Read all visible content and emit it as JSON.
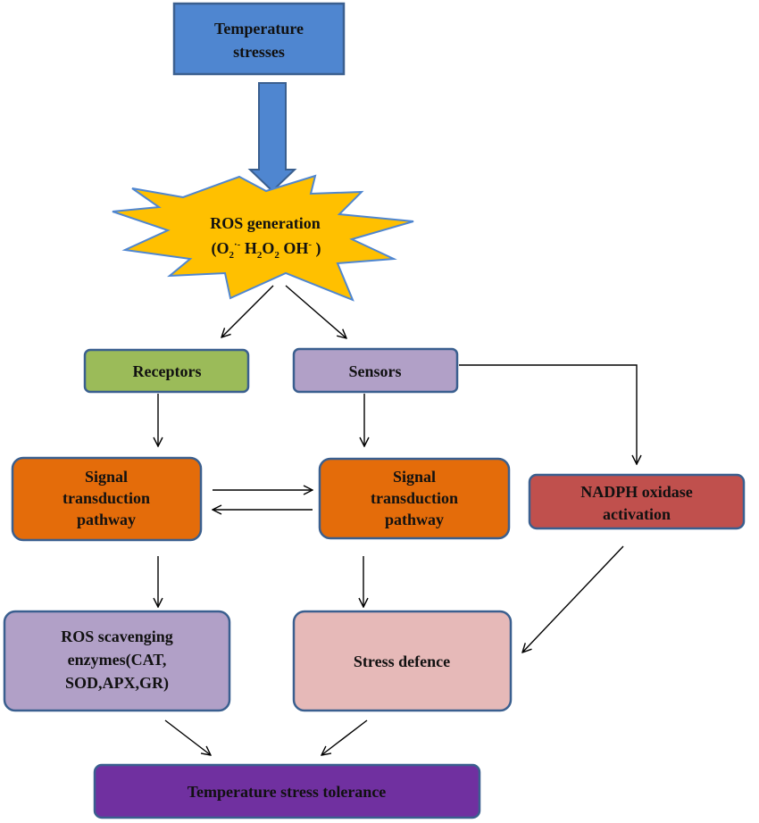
{
  "nodes": {
    "temperature_stresses": {
      "lines": [
        "Temperature",
        "stresses"
      ],
      "color": "#4F86D0"
    },
    "ros_generation": {
      "line1": "ROS generation",
      "formula": {
        "o2": "O",
        "o2_sub": "2",
        "o2_sup": "·-",
        "h2o2_a": "H",
        "h2o2_sub1": "2",
        "h2o2_b": "O",
        "h2o2_sub2": "2",
        "oh": "OH",
        "oh_sup": "-"
      },
      "color": "#FFC000"
    },
    "receptors": {
      "label": "Receptors",
      "color": "#9BBB59"
    },
    "sensors": {
      "label": "Sensors",
      "color": "#B1A0C7"
    },
    "signal_left": {
      "lines": [
        "Signal",
        "transduction",
        "pathway"
      ],
      "color": "#E46C0A"
    },
    "signal_right": {
      "lines": [
        "Signal",
        "transduction",
        "pathway"
      ],
      "color": "#E46C0A"
    },
    "nadph": {
      "lines": [
        "NADPH oxidase",
        "activation"
      ],
      "color": "#C0504D"
    },
    "ros_scavenging": {
      "lines": [
        "ROS scavenging",
        "enzymes(CAT,",
        "SOD,APX,GR)"
      ],
      "color": "#B1A0C7"
    },
    "stress_defence": {
      "label": "Stress defence",
      "color": "#E6B9B8"
    },
    "tolerance": {
      "label": "Temperature stress tolerance",
      "color": "#7030A0"
    }
  },
  "colors": {
    "border": "#3A5F8F",
    "arrow": "#000000",
    "big_arrow": "#4F86D0"
  }
}
